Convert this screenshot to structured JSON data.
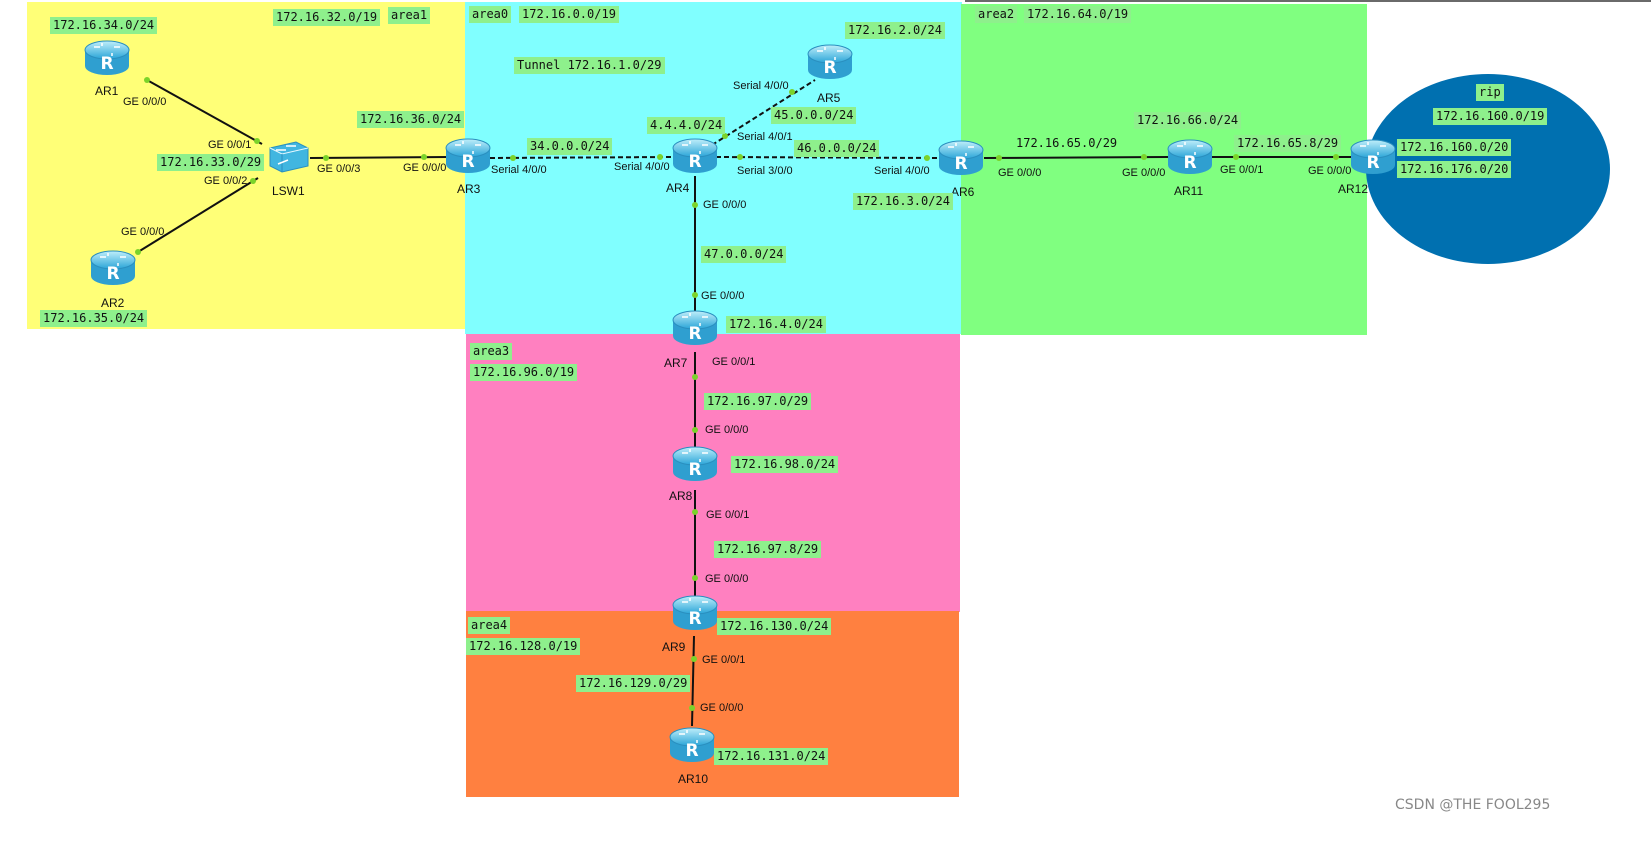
{
  "zones": {
    "area1": {
      "name": "area1",
      "net": "172.16.32.0/19",
      "color": "#ffff77"
    },
    "area0": {
      "name": "area0",
      "net": "172.16.0.0/19",
      "color": "#80ffff"
    },
    "area2": {
      "name": "area2",
      "net": "172.16.64.0/19",
      "color": "#80ff80"
    },
    "area3": {
      "name": "area3",
      "net": "172.16.96.0/19",
      "color": "#ff80c0"
    },
    "area4": {
      "name": "area4",
      "net": "172.16.128.0/19",
      "color": "#ff8040"
    },
    "rip": {
      "name": "rip",
      "net": "172.16.160.0/19",
      "color": "#0070b0"
    }
  },
  "devices": {
    "ar1": "AR1",
    "ar2": "AR2",
    "lsw1": "LSW1",
    "ar3": "AR3",
    "ar4": "AR4",
    "ar5": "AR5",
    "ar6": "AR6",
    "ar7": "AR7",
    "ar8": "AR8",
    "ar9": "AR9",
    "ar10": "AR10",
    "ar11": "AR11",
    "ar12": "AR12"
  },
  "networks": {
    "ar1_lo": "172.16.34.0/24",
    "ar2_lo": "172.16.35.0/24",
    "lsw1_seg": "172.16.33.0/29",
    "ar3_lo": "172.16.36.0/24",
    "tunnel": "Tunnel 172.16.1.0/29",
    "ar5_lo": "172.16.2.0/24",
    "ar4_lo": "4.4.4.0/24",
    "ar4_ar5": "45.0.0.0/24",
    "ar3_ar4": "34.0.0.0/24",
    "ar4_ar6": "46.0.0.0/24",
    "ar6_lo": "172.16.3.0/24",
    "ar4_ar7": "47.0.0.0/24",
    "ar7_lo": "172.16.4.0/24",
    "ar6_ar11": "172.16.65.0/29",
    "ar11_lo": "172.16.66.0/24",
    "ar11_ar12": "172.16.65.8/29",
    "ar12_lo1": "172.16.160.0/20",
    "ar12_lo2": "172.16.176.0/20",
    "ar7_ar8": "172.16.97.0/29",
    "ar8_lo": "172.16.98.0/24",
    "ar8_ar9": "172.16.97.8/29",
    "ar9_lo": "172.16.130.0/24",
    "ar9_ar10": "172.16.129.0/29",
    "ar10_lo": "172.16.131.0/24"
  },
  "ports": {
    "ar1_ge000": "GE 0/0/0",
    "lsw1_ge001": "GE 0/0/1",
    "lsw1_ge002": "GE 0/0/2",
    "ar2_ge000": "GE 0/0/0",
    "lsw1_ge003": "GE 0/0/3",
    "ar3_ge000": "GE 0/0/0",
    "ar3_s400": "Serial 4/0/0",
    "ar4_s400": "Serial 4/0/0",
    "ar5_s400": "Serial 4/0/0",
    "ar4_s401": "Serial 4/0/1",
    "ar4_s300": "Serial 3/0/0",
    "ar6_s400": "Serial 4/0/0",
    "ar4_ge000": "GE 0/0/0",
    "ar7_ge000": "GE 0/0/0",
    "ar7_ge001": "GE 0/0/1",
    "ar6_ge000": "GE 0/0/0",
    "ar11_ge000": "GE 0/0/0",
    "ar11_ge001": "GE 0/0/1",
    "ar12_ge000": "GE 0/0/0",
    "ar8_ge000": "GE 0/0/0",
    "ar8_ge001": "GE 0/0/1",
    "ar9_ge000": "GE 0/0/0",
    "ar9_ge001": "GE 0/0/1",
    "ar10_ge000": "GE 0/0/0"
  },
  "watermark": "CSDN @THE FOOL295",
  "style": {
    "link_color": "#111111",
    "port_dot_color": "#7bd32a",
    "router_color": "#4fc3e8"
  }
}
